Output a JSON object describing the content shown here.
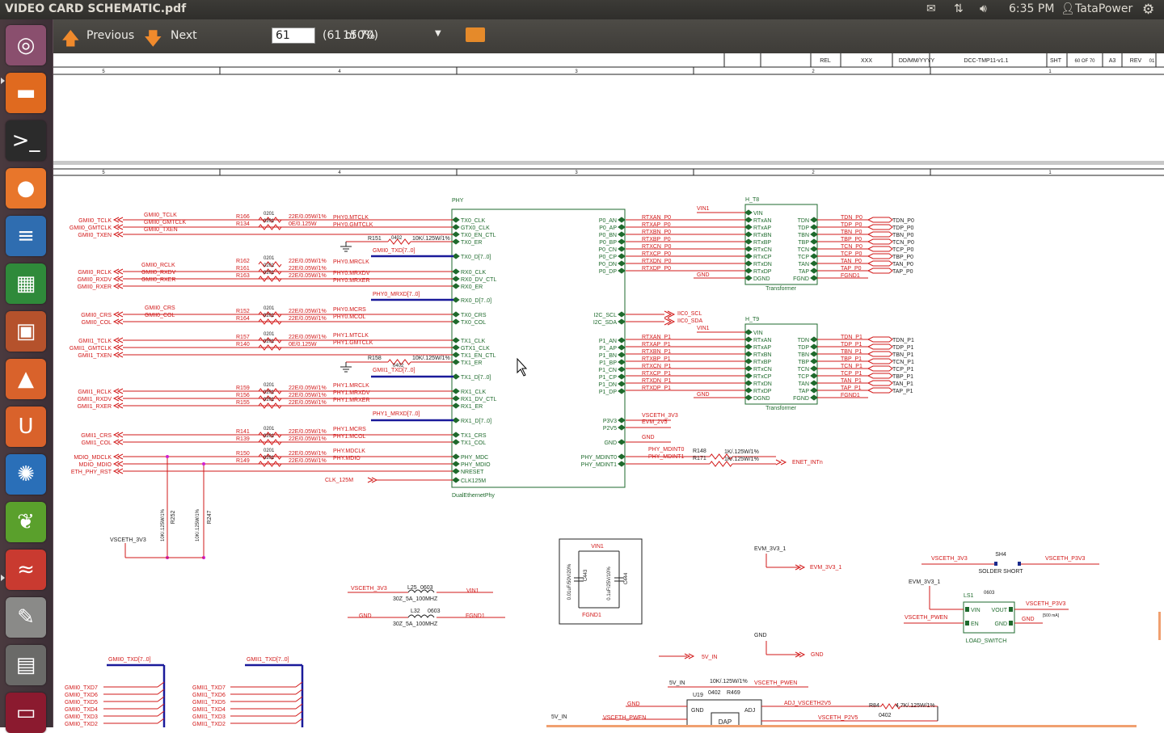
{
  "window": {
    "title": "VIDEO CARD SCHEMATIC.pdf"
  },
  "panel": {
    "time": "6:35 PM",
    "user": "TataPower"
  },
  "toolbar": {
    "previous": "Previous",
    "next": "Next",
    "page_value": "61",
    "page_info": "(61 of 70)",
    "zoom": "150%"
  },
  "launcher": {
    "items": [
      {
        "name": "ubuntu-dash-icon",
        "glyph": "◎",
        "color": "#8a4f6e"
      },
      {
        "name": "files-icon",
        "glyph": "▬",
        "color": "#e06a1f"
      },
      {
        "name": "terminal-icon",
        "glyph": ">_",
        "color": "#2b2b2b"
      },
      {
        "name": "firefox-icon",
        "glyph": "●",
        "color": "#e8762b"
      },
      {
        "name": "writer-icon",
        "glyph": "≡",
        "color": "#2f6db0"
      },
      {
        "name": "calc-icon",
        "glyph": "▦",
        "color": "#2f8a3a"
      },
      {
        "name": "impress-icon",
        "glyph": "▣",
        "color": "#b5522c"
      },
      {
        "name": "software-center-icon",
        "glyph": "▲",
        "color": "#d9622b"
      },
      {
        "name": "ubuntu-one-icon",
        "glyph": "U",
        "color": "#d9622b"
      },
      {
        "name": "browser-icon",
        "glyph": "✺",
        "color": "#2a6fb8"
      },
      {
        "name": "leaf-icon",
        "glyph": "❦",
        "color": "#5aa02c"
      },
      {
        "name": "pdf-reader-icon",
        "glyph": "≈",
        "color": "#c93a30"
      },
      {
        "name": "text-editor-icon",
        "glyph": "✎",
        "color": "#8a8a88"
      },
      {
        "name": "calculator-icon",
        "glyph": "▤",
        "color": "#6a6a68"
      },
      {
        "name": "presentation-icon",
        "glyph": "▭",
        "color": "#8b1a2f"
      }
    ]
  },
  "titleblock": {
    "rel": "REL",
    "xxx": "XXX",
    "date": "DD/MM/YYYY",
    "doc": "DCC-TMP11-v1.1",
    "sht": "SHT",
    "sheet": "60 OF 70",
    "size": "A3",
    "rev": "REV",
    "rev_val": "01"
  },
  "zones": [
    "5",
    "4",
    "3",
    "2",
    "1"
  ],
  "phy": {
    "ref": "PHY",
    "part": "DualEthernetPhy",
    "left_pins": [
      "TX0_CLK",
      "GTX0_CLK",
      "TX0_EN_CTL",
      "TX0_ER",
      "TX0_D[7..0]",
      "RX0_CLK",
      "RX0_DV_CTL",
      "RX0_ER",
      "RX0_D[7..0]",
      "TX0_CRS",
      "TX0_COL",
      "TX1_CLK",
      "GTX1_CLK",
      "TX1_EN_CTL",
      "TX1_ER",
      "TX1_D[7..0]",
      "RX1_CLK",
      "RX1_DV_CTL",
      "RX1_ER",
      "RX1_D[7..0]",
      "TX1_CRS",
      "TX1_COL",
      "PHY_MDC",
      "PHY_MDIO",
      "NRESET",
      "CLK125M"
    ],
    "right_pins": [
      "P0_AN",
      "P0_AP",
      "P0_BN",
      "P0_BP",
      "P0_CN",
      "P0_CP",
      "P0_DN",
      "P0_DP",
      "I2C_SCL",
      "I2C_SDA",
      "P1_AN",
      "P1_AP",
      "P1_BN",
      "P1_BP",
      "P1_CN",
      "P1_CP",
      "P1_DN",
      "P1_DP",
      "P3V3",
      "P2V5",
      "GND",
      "PHY_MDINT0",
      "PHY_MDINT1"
    ]
  },
  "nets": {
    "gmii0": [
      "GMII0_TCLK",
      "GMII0_GMTCLK",
      "GMII0_TXEN"
    ],
    "gmii0_rx": [
      "GMII0_RCLK",
      "GMII0_RXDV",
      "GMII0_RXER"
    ],
    "gmii0_cc": [
      "GMII0_CRS",
      "GMII0_COL"
    ],
    "gmii1": [
      "GMII1_TCLK",
      "GMII1_GMTCLK",
      "GMII1_TXEN"
    ],
    "gmii1_rx": [
      "GMII1_RCLK",
      "GMII1_RXDV",
      "GMII1_RXER"
    ],
    "gmii1_cc": [
      "GMII1_CRS",
      "GMII1_COL"
    ],
    "mdio": [
      "MDIO_MDCLK",
      "MDIO_MDIO",
      "ETH_PHY_RST"
    ],
    "phy0_right": [
      "PHY0.MTCLK",
      "PHY0.GMTCLK",
      "PHY0.MRCLK",
      "PHY0.MRXDV",
      "PHY0.MRXER",
      "PHY0.MCRS",
      "PHY0.MCOL"
    ],
    "phy1_right": [
      "PHY1.MTCLK",
      "PHY1.GMTCLK",
      "PHY1.MRCLK",
      "PHY1.MRXDV",
      "PHY1.MRXER",
      "PHY1.MCRS",
      "PHY1.MCOL",
      "PHY.MDCLK",
      "PHY.MDIO"
    ],
    "res": [
      "R166",
      "R134",
      "R162",
      "R161",
      "R163",
      "R152",
      "R164",
      "R157",
      "R140",
      "R159",
      "R156",
      "R155",
      "R141",
      "R139",
      "R150",
      "R149"
    ],
    "rval": "22E/0.05W/1%",
    "rval0e": "0E/0.125W",
    "pkg": "0201",
    "bus": [
      "GMII0_TXD[7..0]",
      "PHY0_MRXD[7..0]",
      "GMII1_TXD[7..0]",
      "PHY1_MRXD[7..0]"
    ],
    "r151": "R151",
    "r158": "R158",
    "r151v": "10K/.125W/1%",
    "p0402": "0402",
    "clk": "CLK_125M",
    "rtx0": [
      "RTXAN_P0",
      "RTXAP_P0",
      "RTXBN_P0",
      "RTXBP_P0",
      "RTXCN_P0",
      "RTXCP_P0",
      "RTXDN_P0",
      "RTXDP_P0"
    ],
    "rtx1": [
      "RTXAN_P1",
      "RTXAP_P1",
      "RTXBN_P1",
      "RTXBP_P1",
      "RTXCN_P1",
      "RTXCP_P1",
      "RTXDN_P1",
      "RTXDP_P1"
    ],
    "i2c": [
      "IIC0_SCL",
      "IIC0_SDA"
    ],
    "pwr": [
      "VSCETH_3V3",
      "EVM_2V5",
      "GND"
    ],
    "mdint": [
      "PHY_MDINT0",
      "PHY_MDINT1",
      "R148",
      "R171",
      "1K/.125W/1%",
      "ENET_INTn"
    ]
  },
  "xfmr": {
    "label": "Transformer",
    "t8": "H_T8",
    "t9": "H_T9",
    "vin": "VIN1",
    "gnd": "GND",
    "lpins": [
      "VIN",
      "RTxAN",
      "RTxAP",
      "RTxBN",
      "RTxBP",
      "RTxCN",
      "RTxCP",
      "RTxDN",
      "RTxDP",
      "DGND"
    ],
    "rpins": [
      "TDN",
      "TDP",
      "TBN",
      "TBP",
      "TCN",
      "TCP",
      "TAN",
      "TAP",
      "FGND"
    ],
    "out0": [
      "TDN_P0",
      "TDP_P0",
      "TBN_P0",
      "TBP_P0",
      "TCN_P0",
      "TCP_P0",
      "TAN_P0",
      "TAP_P0",
      "FGND1"
    ],
    "out1": [
      "TDN_P1",
      "TDP_P1",
      "TBN_P1",
      "TBP_P1",
      "TCN_P1",
      "TCP_P1",
      "TAN_P1",
      "TAP_P1",
      "FGND1"
    ],
    "conn0": [
      "TDN_P0",
      "TDP_P0",
      "TBN_P0",
      "TCN_P0",
      "TCP_P0",
      "TBP_P0",
      "TAN_P0",
      "TAP_P0"
    ],
    "conn1": [
      "TDN_P1",
      "TDP_P1",
      "TBN_P1",
      "TCN_P1",
      "TCP_P1",
      "TBP_P1",
      "TAN_P1",
      "TAP_P1"
    ]
  },
  "lower": {
    "vsceth": "VSCETH_3V3",
    "r252": "R252",
    "r247": "R247",
    "r10k": "10K/.125W/1%",
    "l25": "L25",
    "l32": "L32",
    "l0603": "0603",
    "lval": "30Z_5A_100MHZ",
    "vin1": "VIN1",
    "fgnd1": "FGND1",
    "gnd": "GND",
    "c443": "C443",
    "c444": "C444",
    "c443v": "0.01uF/50V/20%",
    "c444v": "0.1uF/25V/10%",
    "evm": "EVM_3V3_1",
    "sh4": "SH4",
    "solder": "SOLDER SHORT",
    "vsceth_p3v3": "VSCETH_P3V3",
    "ls1": "LS1",
    "load": "LOAD_SWITCH",
    "vsceth_pwen": "VSCETH_PWEN",
    "ma": "[500 mA]",
    "ls_pins": [
      "VIN",
      "VOUT",
      "EN",
      "GND"
    ],
    "fivev": "5V_IN",
    "bus0": "GMII0_TXD[7..0]",
    "bus1": "GMII1_TXD[7..0]",
    "txd0": [
      "GMII0_TXD7",
      "GMII0_TXD6",
      "GMII0_TXD5",
      "GMII0_TXD4",
      "GMII0_TXD3",
      "GMII0_TXD2"
    ],
    "txd1": [
      "GMII1_TXD7",
      "GMII1_TXD6",
      "GMII1_TXD5",
      "GMII1_TXD4",
      "GMII1_TXD3",
      "GMII1_TXD2"
    ],
    "u19": "U19",
    "r469": "R469",
    "r84": "R84",
    "r84v": "4.7K/.125W/1%",
    "adj": "ADJ_VSCETH2V5",
    "p2v5": "VSCETH_P2V5",
    "u19pins": [
      "GND",
      "ADJ",
      "DAP"
    ]
  }
}
